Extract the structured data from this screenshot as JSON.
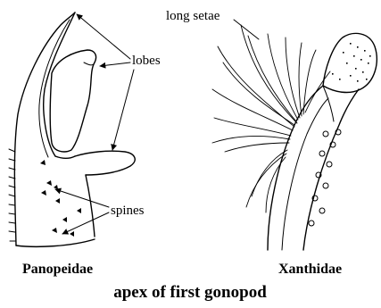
{
  "figure": {
    "title": "apex of first gonopod",
    "panels": [
      {
        "caption": "Panopeidae",
        "labels": {
          "lobes": "lobes",
          "spines": "spines"
        }
      },
      {
        "caption": "Xanthidae",
        "labels": {
          "long_setae": "long setae"
        }
      }
    ]
  }
}
